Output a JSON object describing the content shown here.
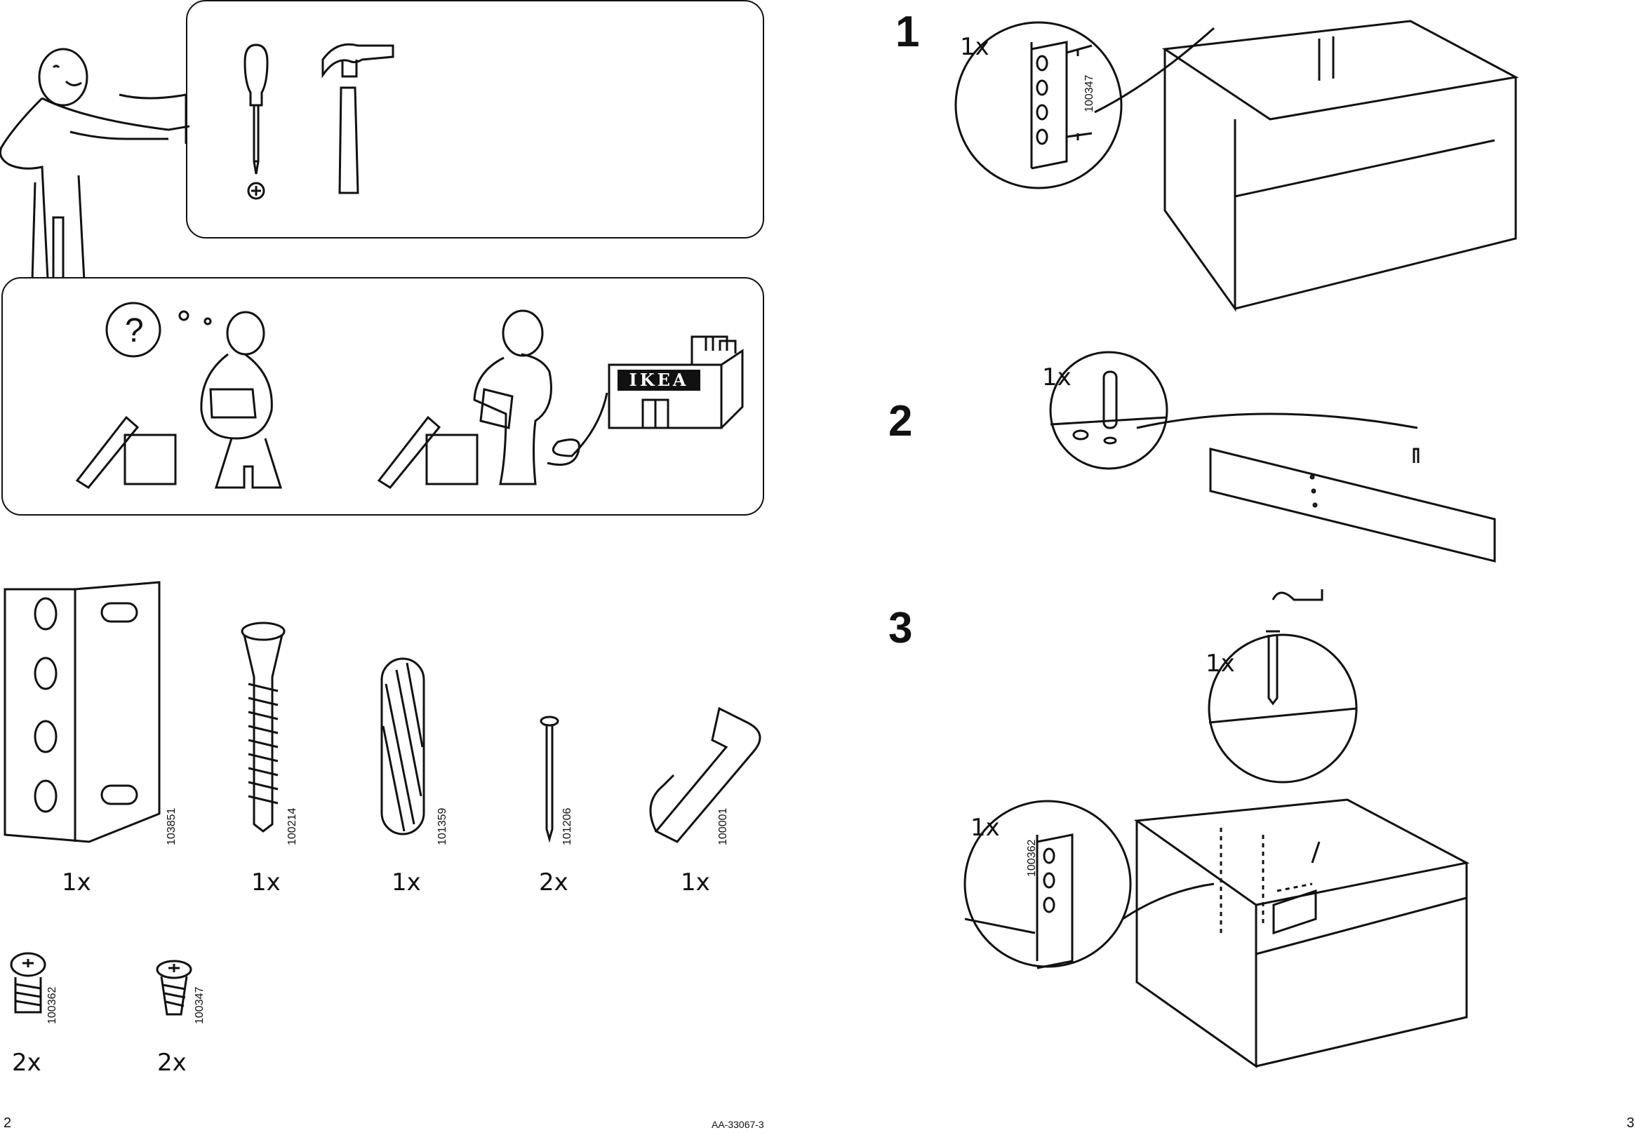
{
  "tools": {
    "items": [
      "screwdriver-icon",
      "hammer-icon"
    ]
  },
  "help_panel": {
    "store_sign": "IKEA"
  },
  "parts": [
    {
      "name": "corner-bracket",
      "code": "103851",
      "qty": "1x"
    },
    {
      "name": "long-screw",
      "code": "100214",
      "qty": "1x"
    },
    {
      "name": "wooden-dowel",
      "code": "101359",
      "qty": "1x"
    },
    {
      "name": "nail",
      "code": "101206",
      "qty": "2x"
    },
    {
      "name": "allen-key",
      "code": "100001",
      "qty": "1x"
    },
    {
      "name": "short-screw-a",
      "code": "100362",
      "qty": "2x"
    },
    {
      "name": "short-screw-b",
      "code": "100347",
      "qty": "2x"
    }
  ],
  "steps": [
    {
      "number": "1",
      "qty": "1x",
      "code": "100347"
    },
    {
      "number": "2",
      "qty": "1x"
    },
    {
      "number": "3",
      "qty_top": "1x",
      "qty_bottom": "1x",
      "code": "100362"
    }
  ],
  "footer": {
    "left_page": "2",
    "doc_id": "AA-33067-3",
    "right_page": "3"
  },
  "colors": {
    "ink": "#111111",
    "paper": "#ffffff"
  }
}
